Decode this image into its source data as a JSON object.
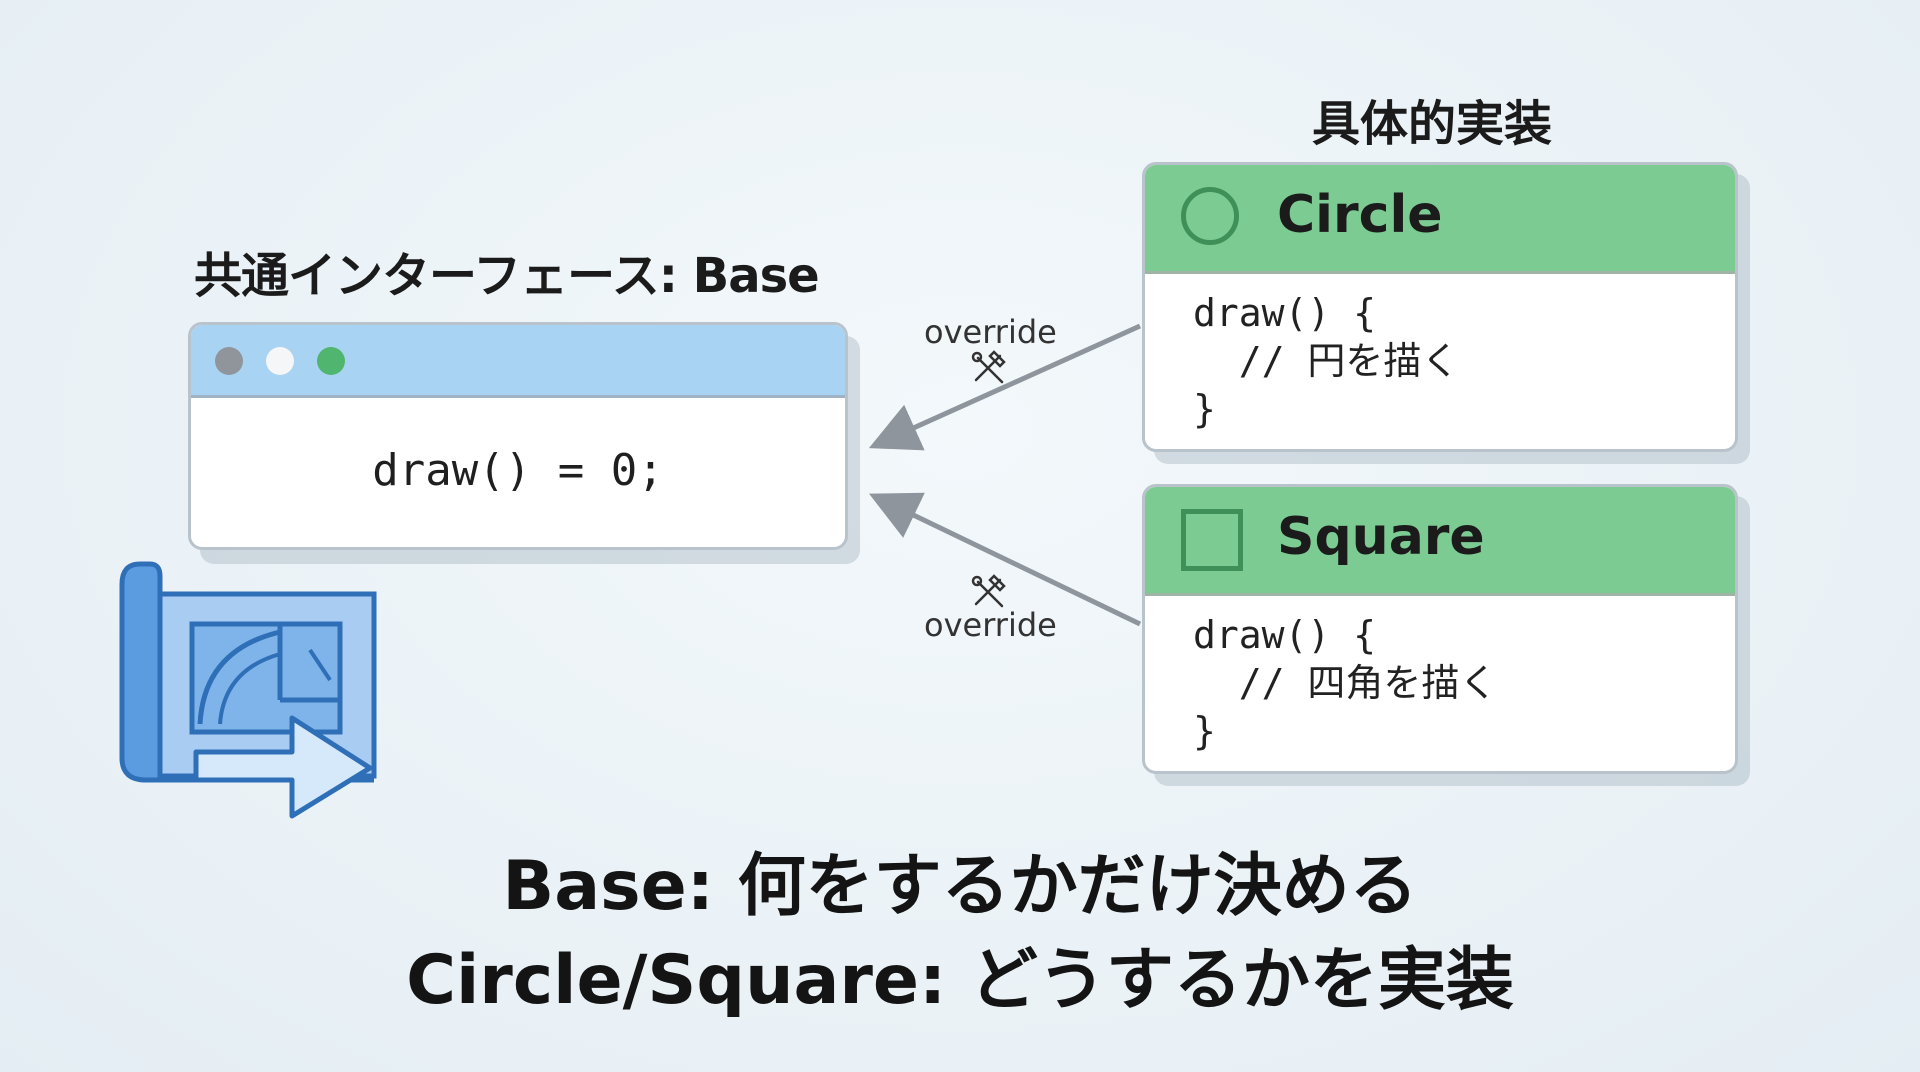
{
  "base": {
    "heading": "共通インターフェース: Base",
    "code": "draw() = 0;"
  },
  "implementations": {
    "heading": "具体的実装",
    "circle": {
      "title": "Circle",
      "code_lines": [
        "draw() {",
        "  // 円を描く",
        "}"
      ]
    },
    "square": {
      "title": "Square",
      "code_lines": [
        "draw() {",
        "  // 四角を描く",
        "}"
      ]
    }
  },
  "arrows": {
    "top_label": "override",
    "bottom_label": "override",
    "icon": "hammer-wrench-icon"
  },
  "summary": {
    "line1": "Base: 何をするかだけ決める",
    "line2": "Circle/Square: どうするかを実装"
  },
  "colors": {
    "window_titlebar": "#a8d3f3",
    "card_header": "#7ccb93",
    "arrow": "#8e959c",
    "blueprint": "#4a8fd6"
  }
}
